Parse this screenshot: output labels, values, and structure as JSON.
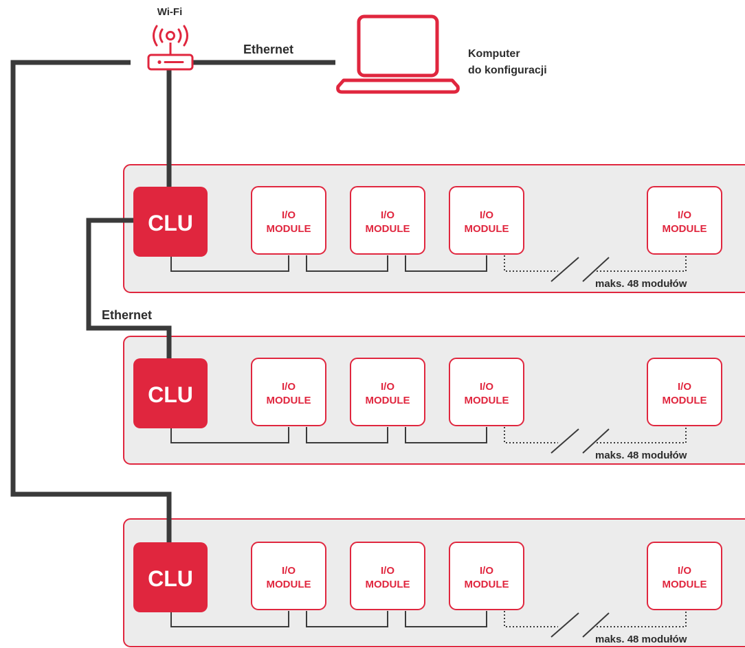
{
  "wifi": {
    "label": "Wi-Fi"
  },
  "ethernet_top": {
    "label": "Ethernet"
  },
  "ethernet_mid": {
    "label": "Ethernet"
  },
  "computer": {
    "line1": "Komputer",
    "line2": "do konfiguracji"
  },
  "rows": [
    {
      "clu": "CLU",
      "modules": [
        {
          "line1": "I/O",
          "line2": "MODULE"
        },
        {
          "line1": "I/O",
          "line2": "MODULE"
        },
        {
          "line1": "I/O",
          "line2": "MODULE"
        },
        {
          "line1": "I/O",
          "line2": "MODULE"
        }
      ],
      "max_label": "maks. 48 modułów"
    },
    {
      "clu": "CLU",
      "modules": [
        {
          "line1": "I/O",
          "line2": "MODULE"
        },
        {
          "line1": "I/O",
          "line2": "MODULE"
        },
        {
          "line1": "I/O",
          "line2": "MODULE"
        },
        {
          "line1": "I/O",
          "line2": "MODULE"
        }
      ],
      "max_label": "maks. 48 modułów"
    },
    {
      "clu": "CLU",
      "modules": [
        {
          "line1": "I/O",
          "line2": "MODULE"
        },
        {
          "line1": "I/O",
          "line2": "MODULE"
        },
        {
          "line1": "I/O",
          "line2": "MODULE"
        },
        {
          "line1": "I/O",
          "line2": "MODULE"
        }
      ],
      "max_label": "maks. 48 modułów"
    }
  ],
  "colors": {
    "accent": "#e0263e",
    "cable": "#3a3a3a",
    "panel_bg": "#ececec",
    "text": "#2c2c2c"
  }
}
